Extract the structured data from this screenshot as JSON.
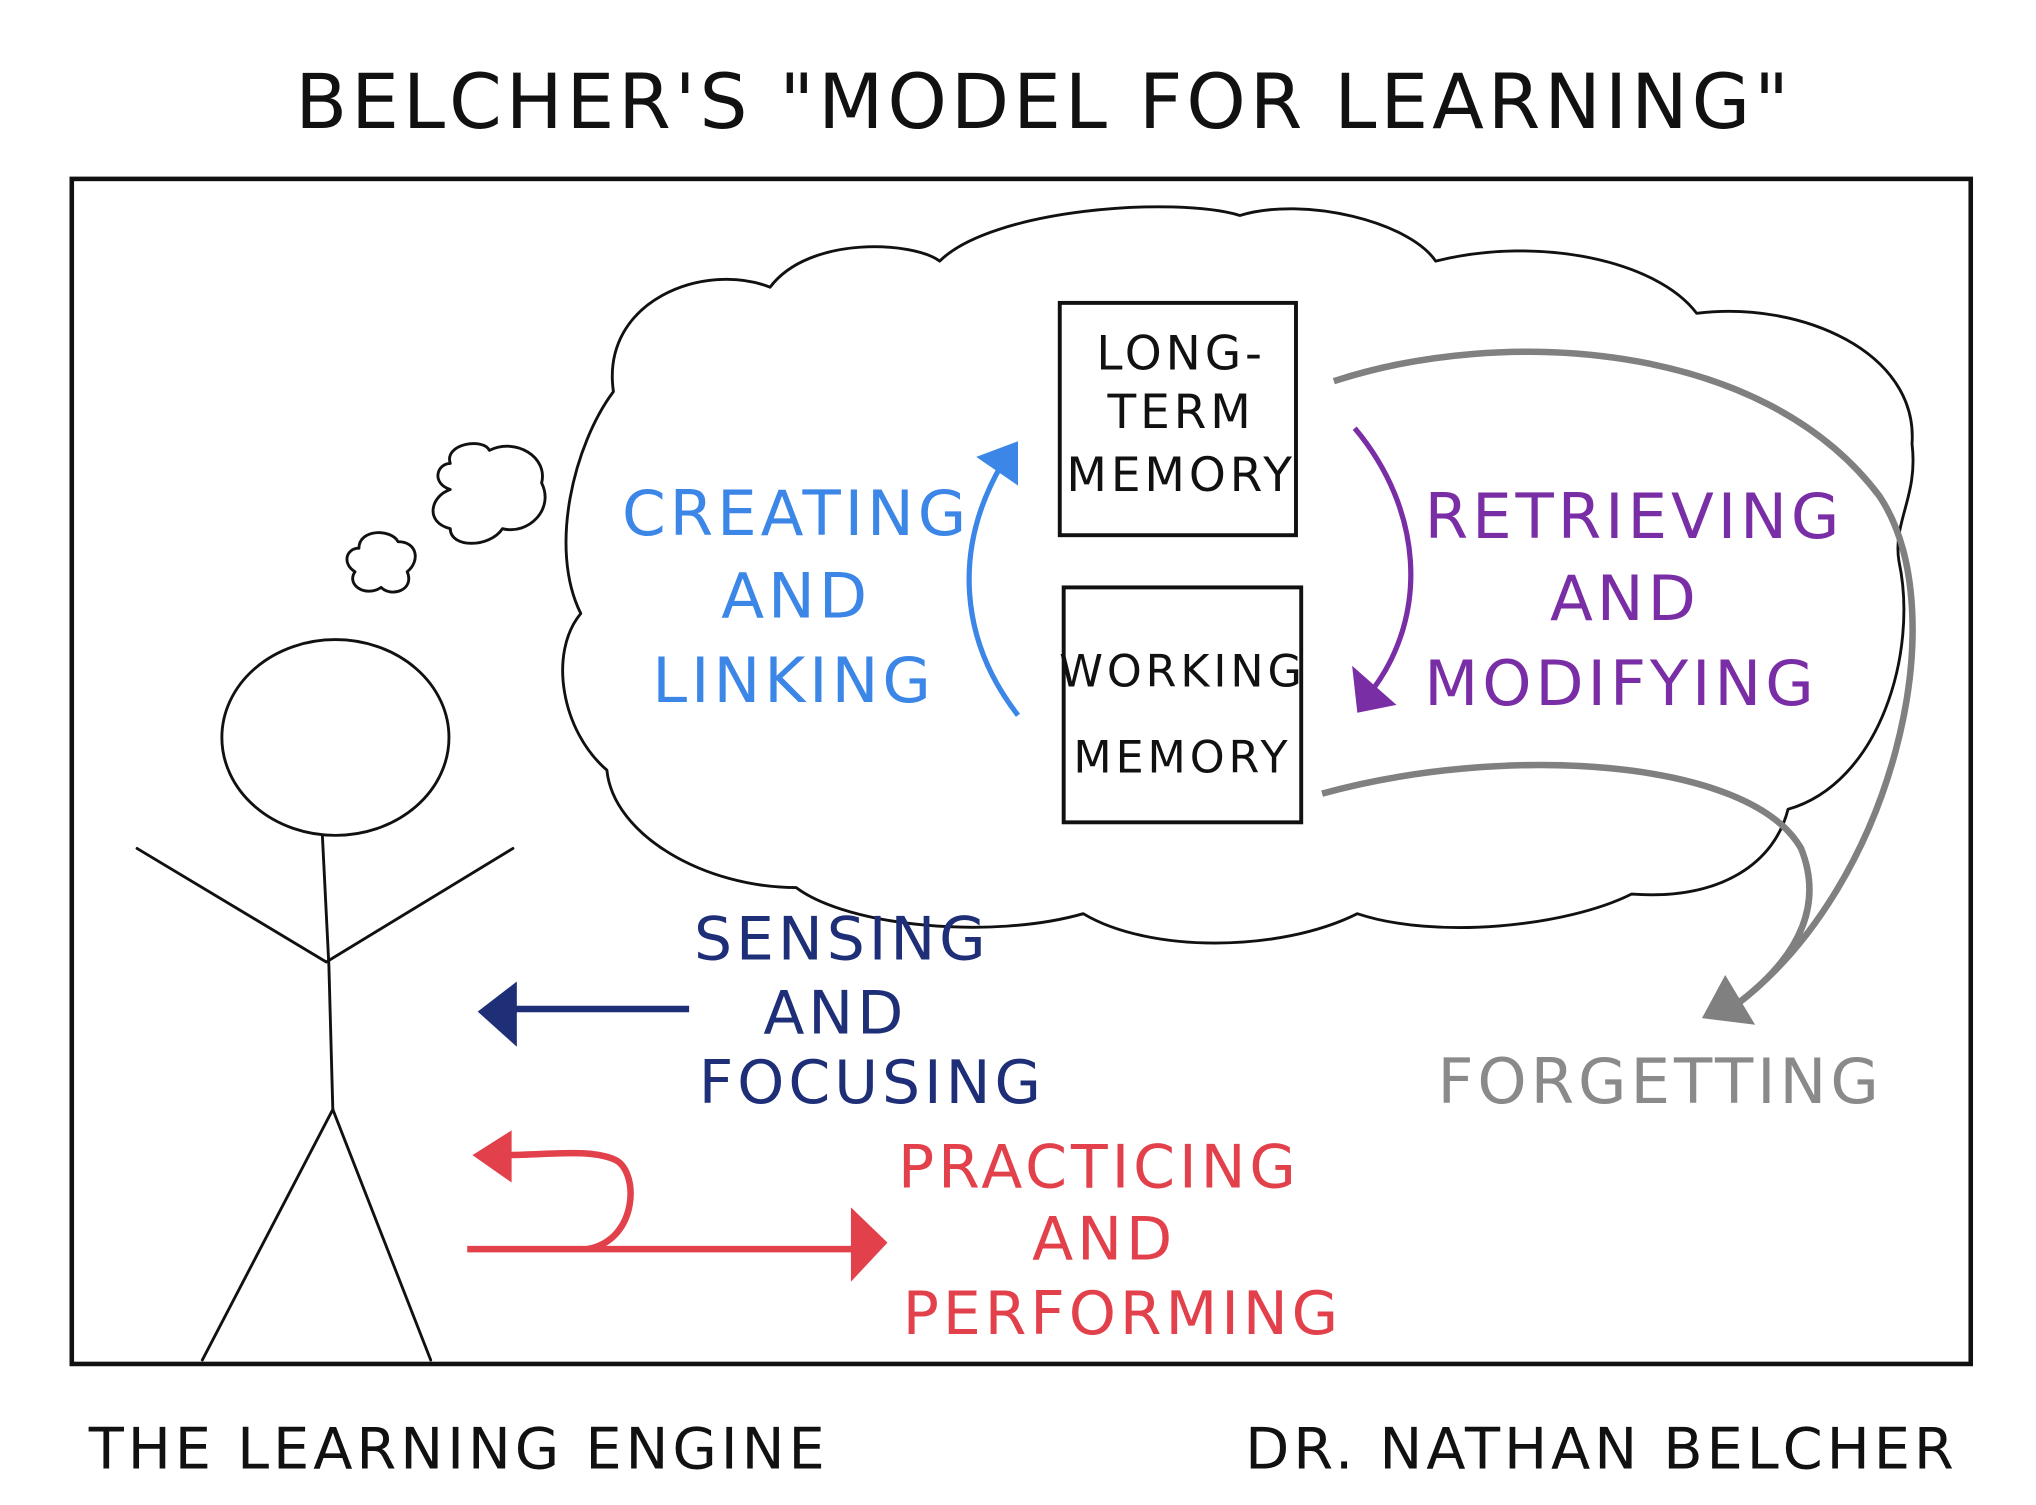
{
  "title": "BELCHER'S \"MODEL FOR LEARNING\"",
  "boxes": {
    "long_term": [
      "LONG-",
      "TERM",
      "MEMORY"
    ],
    "working": [
      "WORKING",
      "MEMORY"
    ]
  },
  "processes": {
    "creating": {
      "lines": [
        "CREATING",
        "AND",
        "LINKING"
      ],
      "color": "#3b86e6"
    },
    "retrieving": {
      "lines": [
        "RETRIEVING",
        "AND",
        "MODIFYING"
      ],
      "color": "#7a2ea6"
    },
    "sensing": {
      "lines": [
        "SENSING",
        "AND",
        "FOCUSING"
      ],
      "color": "#1e2f78"
    },
    "practicing": {
      "lines": [
        "PRACTICING",
        "AND",
        "PERFORMING"
      ],
      "color": "#e2404a"
    },
    "forgetting": {
      "lines": [
        "FORGETTING"
      ],
      "color": "#8a8a8a"
    }
  },
  "footer": {
    "left": "THE LEARNING ENGINE",
    "right": "DR. NATHAN BELCHER"
  }
}
